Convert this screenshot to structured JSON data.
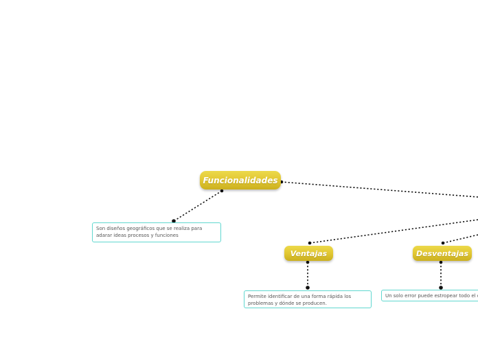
{
  "nodes": {
    "funcionalidades": "Funcionalidades",
    "ventajas": "Ventajas",
    "desventajas": "Desventajas"
  },
  "notes": {
    "funcionalidades": "Son diseños geográficos que se realiza para adarar ideas procesos y funciones",
    "ventajas": "Permite identificar de una forma rápida los problemas y dónde se producen.",
    "desventajas": "Un solo error puede estropear todo el di"
  },
  "colors": {
    "node_fill": "#e3c935",
    "node_text": "#ffffff",
    "note_border": "#5fd7cf",
    "connector": "#111111"
  }
}
